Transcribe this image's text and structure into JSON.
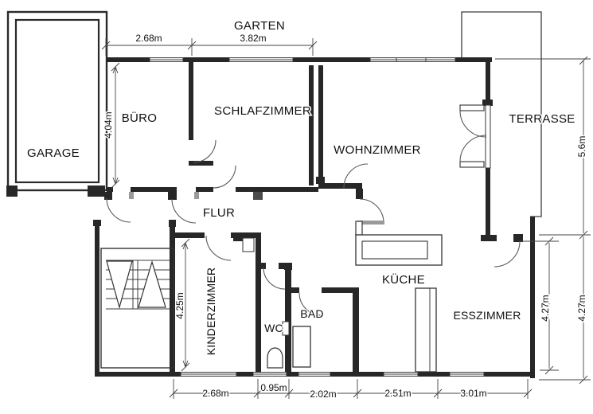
{
  "rooms": {
    "garten": "GARTEN",
    "garage": "GARAGE",
    "buero": "BÜRO",
    "schlafzimmer": "SCHLAFZIMMER",
    "wohnzimmer": "WOHNZIMMER",
    "terrasse": "TERRASSE",
    "flur": "FLUR",
    "kinderzimmer": "KINDERZIMMER",
    "wc": "WC",
    "bad": "BAD",
    "kueche": "KÜCHE",
    "esszimmer": "ESSZIMMER"
  },
  "dimensions": {
    "top_left": "2.68m",
    "top_right": "3.82m",
    "buero_height": "4.04m",
    "right_height": "5.6m",
    "kinderzimmer_height": "4.25m",
    "esszimmer_height_inner": "4.27m",
    "esszimmer_height_outer": "4.27m",
    "bottom": {
      "kinderzimmer": "2.68m",
      "wc": "0.95m",
      "bad": "2.02m",
      "kueche": "2.51m",
      "esszimmer": "3.01m"
    }
  },
  "colors": {
    "line": "#272727",
    "thin": "#3c3c3c",
    "shade": "#9a9a9a",
    "background": "#ffffff"
  }
}
